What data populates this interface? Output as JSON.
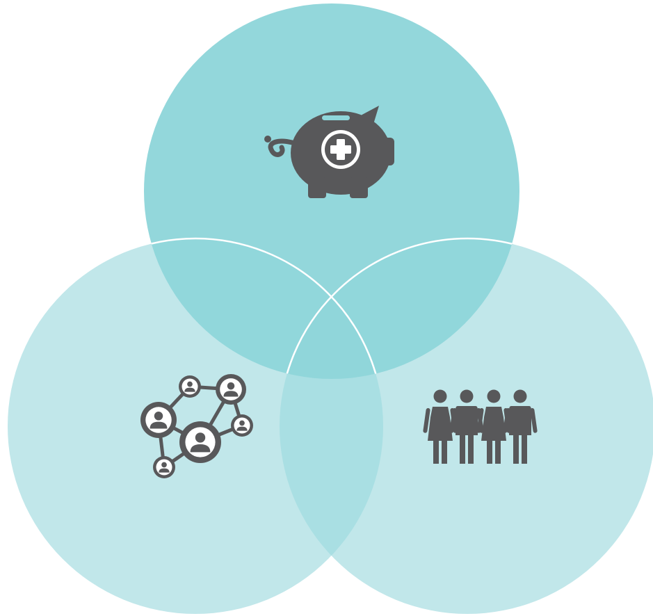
{
  "diagram": {
    "type": "venn",
    "circles": [
      {
        "id": "top",
        "icon": "piggy-bank-plus-icon"
      },
      {
        "id": "bottom-left",
        "icon": "people-network-icon"
      },
      {
        "id": "bottom-right",
        "icon": "family-group-icon"
      }
    ],
    "colors": {
      "top_circle": "#8fd6da",
      "bottom_circle": "#c1e7ea",
      "outline": "#ffffff",
      "icon": "#58585a"
    }
  }
}
